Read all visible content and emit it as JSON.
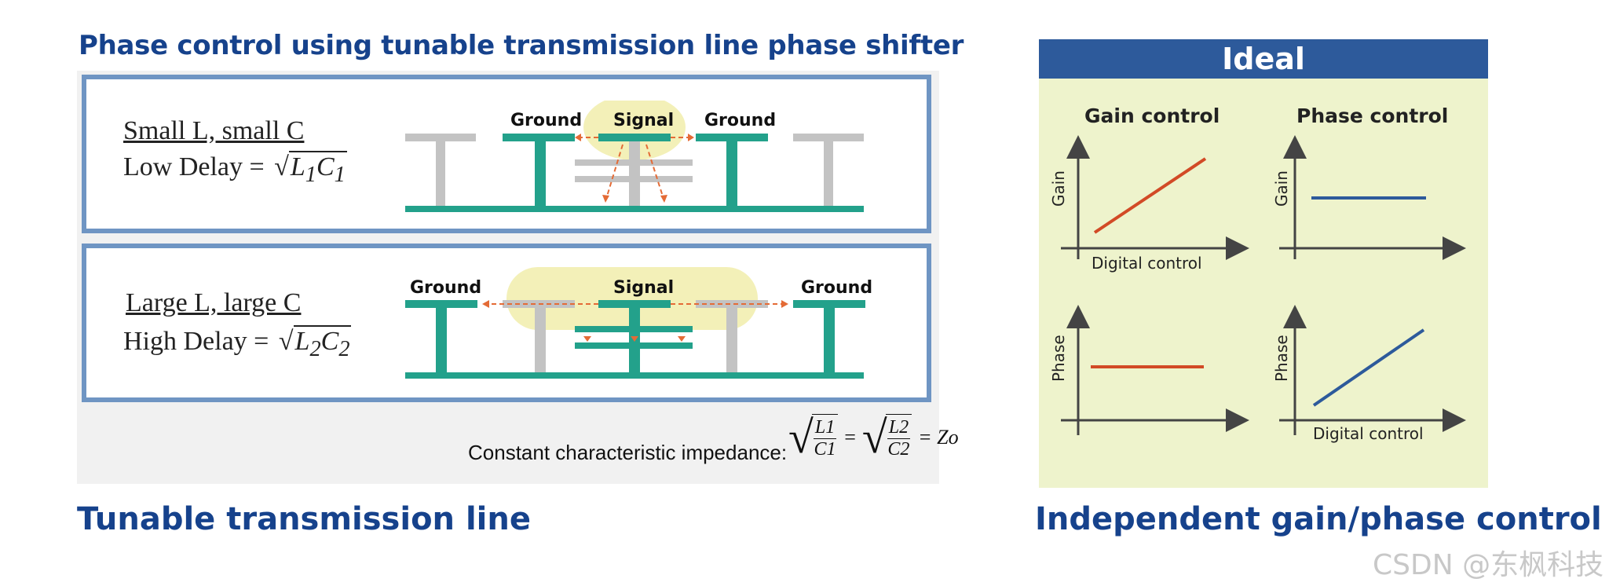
{
  "left": {
    "title": "Phase control using tunable transmission line phase shifter",
    "top_case": {
      "header": "Small L, small C",
      "delay_label": "Low Delay = ",
      "sqrt_expr": "L1C1",
      "labels": [
        "Ground",
        "Signal",
        "Ground"
      ]
    },
    "bottom_case": {
      "header": "Large L, large C",
      "delay_label": "High Delay = ",
      "sqrt_expr": "L2C2",
      "labels": [
        "Ground",
        "Signal",
        "Ground"
      ]
    },
    "impedance_label": "Constant characteristic impedance:",
    "impedance_formula": {
      "frac1_num": "L1",
      "frac1_den": "C1",
      "frac2_num": "L2",
      "frac2_den": "C2",
      "result": "= Zo"
    },
    "caption": "Tunable transmission line"
  },
  "right": {
    "header": "Ideal",
    "gain_control_title": "Gain control",
    "phase_control_title": "Phase control",
    "plots": [
      {
        "ylabel": "Gain",
        "xlabel": "Digital control",
        "trend": "increasing",
        "color": "#d24a26"
      },
      {
        "ylabel": "Gain",
        "xlabel": "",
        "trend": "flat",
        "color": "#2d5a9b"
      },
      {
        "ylabel": "Phase",
        "xlabel": "",
        "trend": "flat",
        "color": "#d24a26"
      },
      {
        "ylabel": "Phase",
        "xlabel": "Digital control",
        "trend": "increasing",
        "color": "#2d5a9b"
      }
    ],
    "caption": "Independent gain/phase control"
  },
  "watermark": "CSDN @东枫科技",
  "colors": {
    "title_blue": "#16428c",
    "teal": "#23a18b",
    "gray": "#c3c3c3",
    "arrow_orange": "#e46b36",
    "highlight": "#f3f0b8",
    "frame_blue": "#6f95c3",
    "panel_green": "#eef3cc",
    "header_blue": "#2d5a9b"
  }
}
